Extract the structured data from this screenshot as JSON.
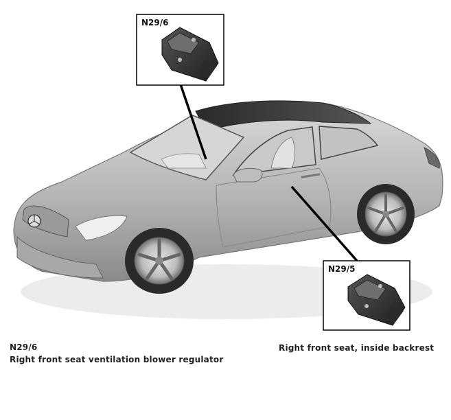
{
  "callouts": {
    "top": {
      "code": "N29/6"
    },
    "bottom": {
      "code": "N29/5"
    }
  },
  "captions": {
    "code": "N29/6",
    "description_left": "Right front seat ventilation blower regulator",
    "description_right": "Right front seat, inside backrest"
  }
}
